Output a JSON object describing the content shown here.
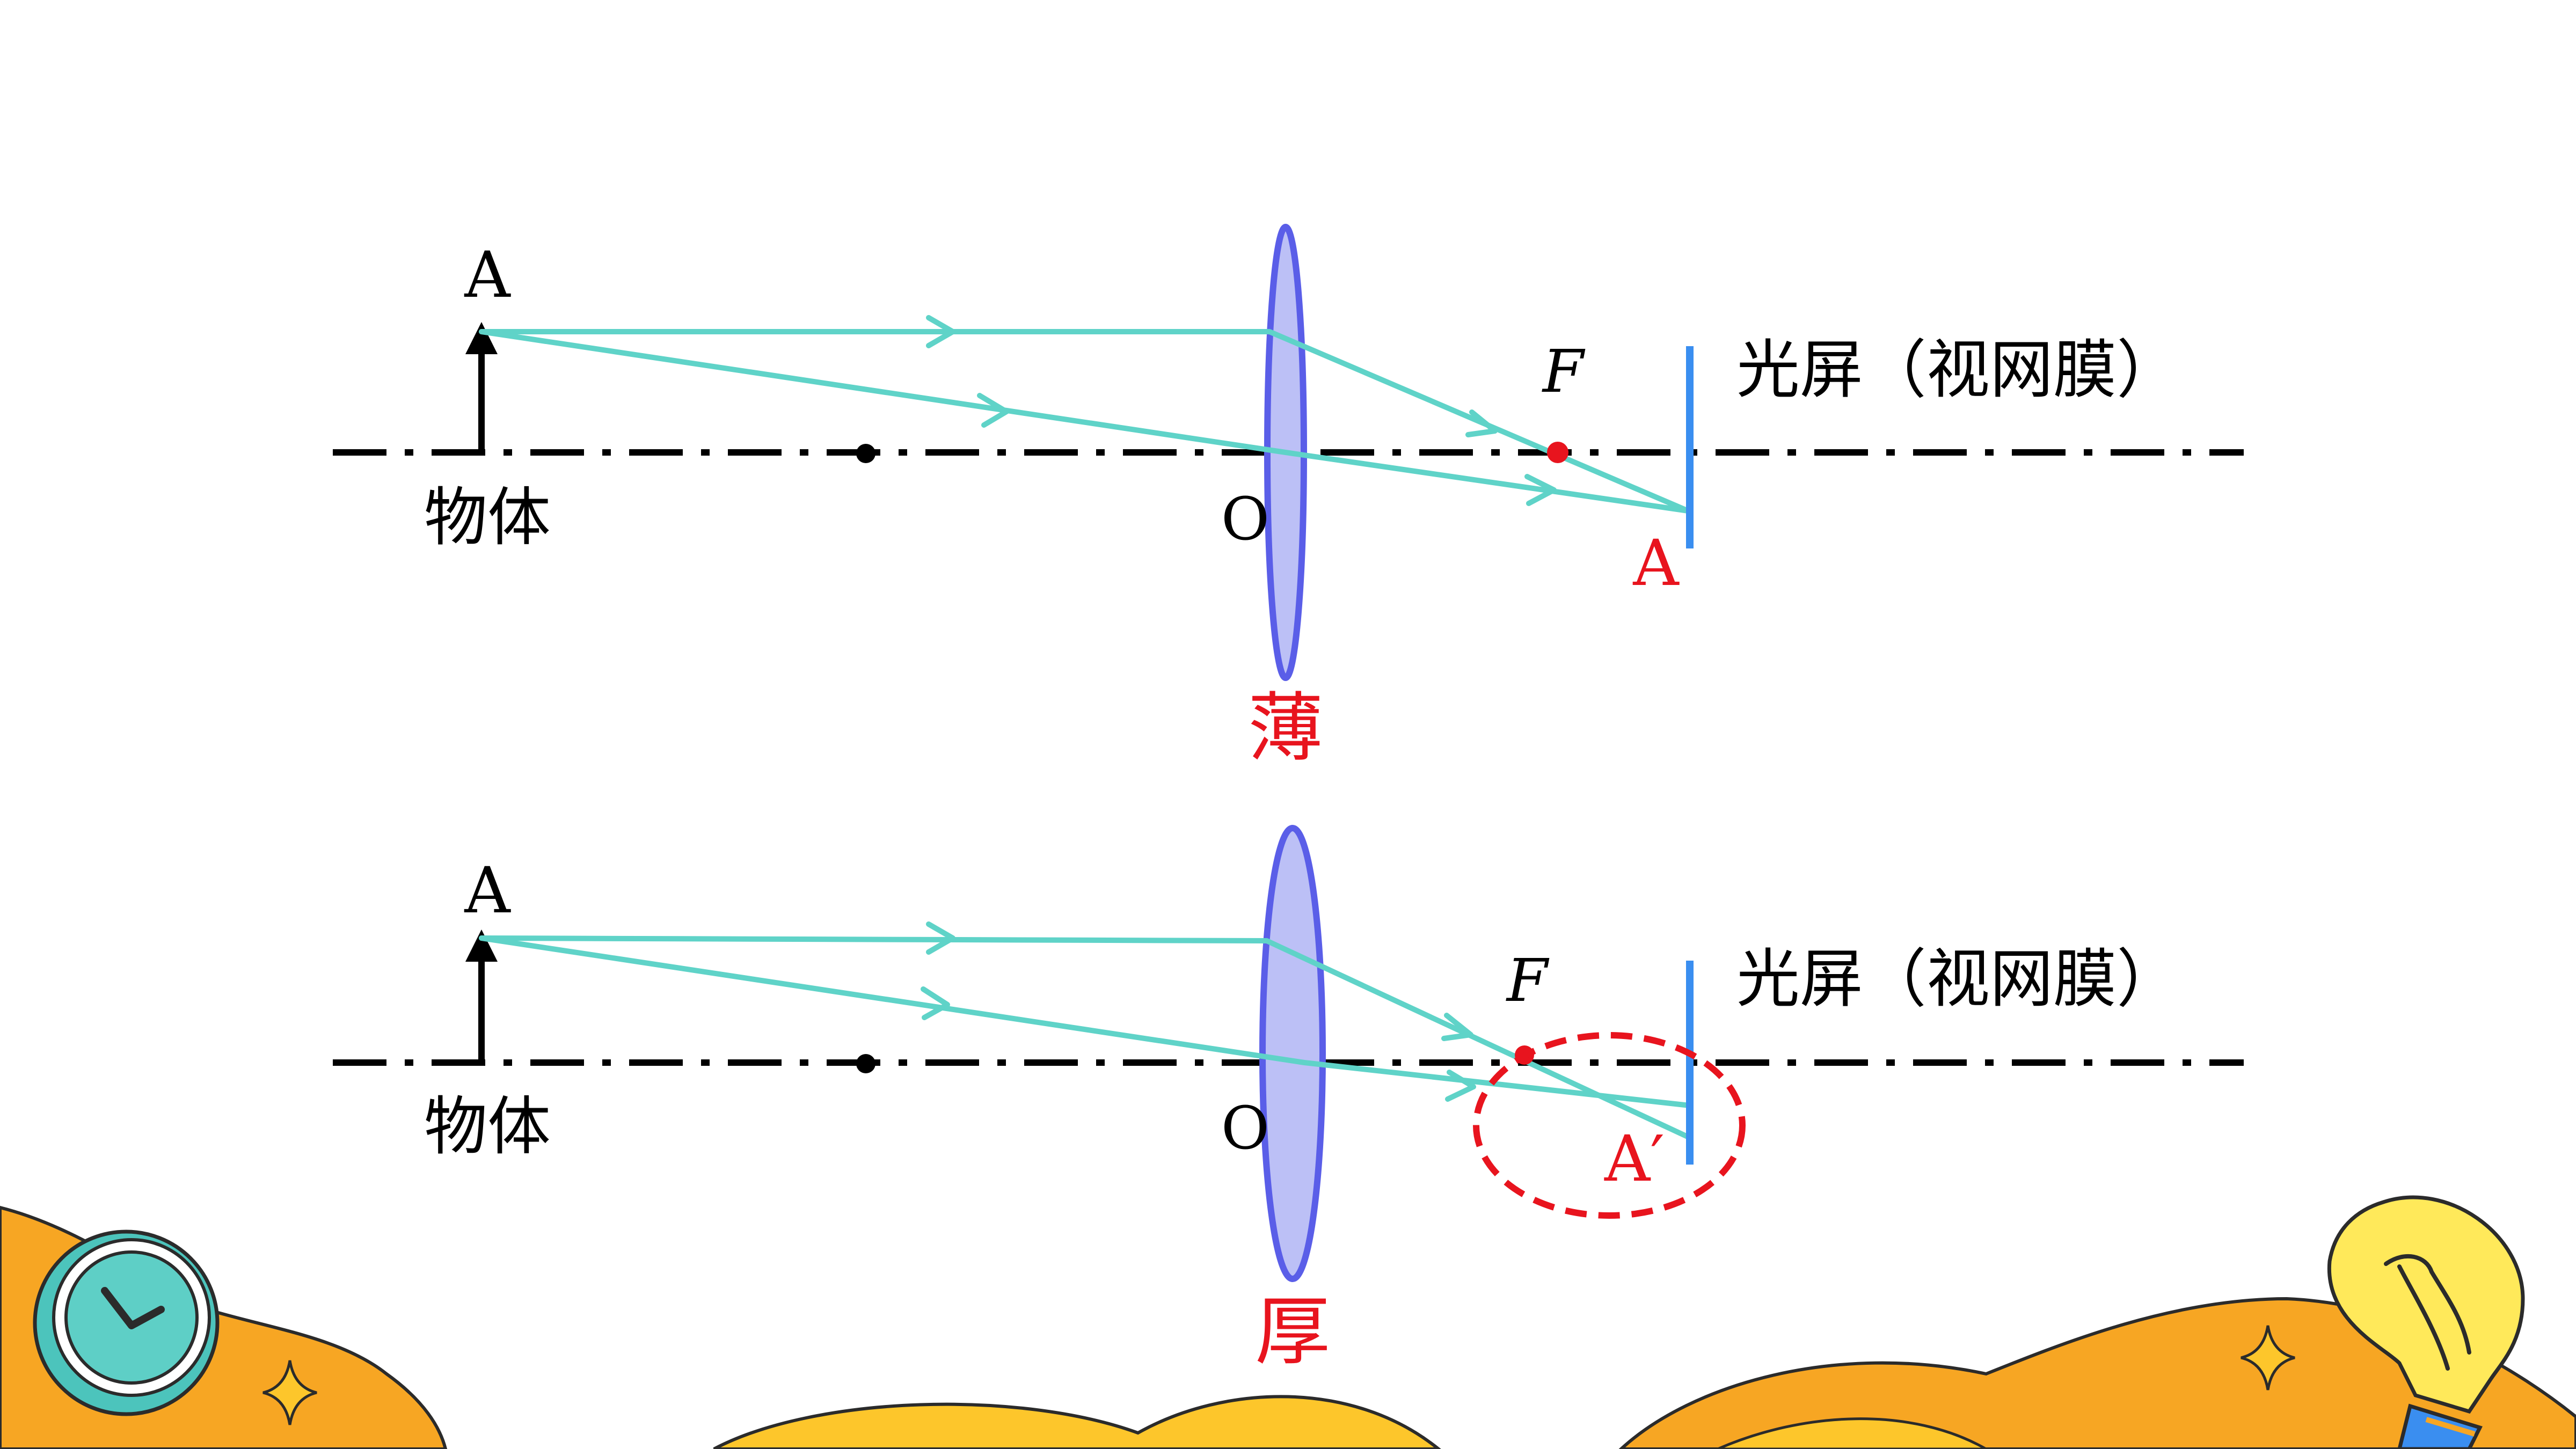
{
  "colors": {
    "ray": "#5fd3c8",
    "axis": "#000000",
    "lens_fill": "#bcc0f6",
    "lens_stroke": "#5a5ee8",
    "screen": "#3a8ef0",
    "focus": "#e8141e",
    "label_red": "#e8141e",
    "circle": "#e8141e",
    "deco_orange": "#f7a623",
    "deco_yellow": "#fdc62b",
    "clock_teal": "#5ecfc6",
    "bulb_yellow": "#ffe95a"
  },
  "top_diagram": {
    "object_label": "A",
    "object_caption": "物体",
    "center_label": "O",
    "focus_label": "F",
    "image_label": "A",
    "screen_label": "光屏（视网膜）",
    "lens_caption": "薄"
  },
  "bottom_diagram": {
    "object_label": "A",
    "object_caption": "物体",
    "center_label": "O",
    "focus_label": "F",
    "image_label": "A′",
    "screen_label": "光屏（视网膜）",
    "lens_caption": "厚"
  },
  "icons": {
    "clock": "clock-icon",
    "bulb": "lightbulb-icon",
    "sparkle": "sparkle-icon"
  }
}
